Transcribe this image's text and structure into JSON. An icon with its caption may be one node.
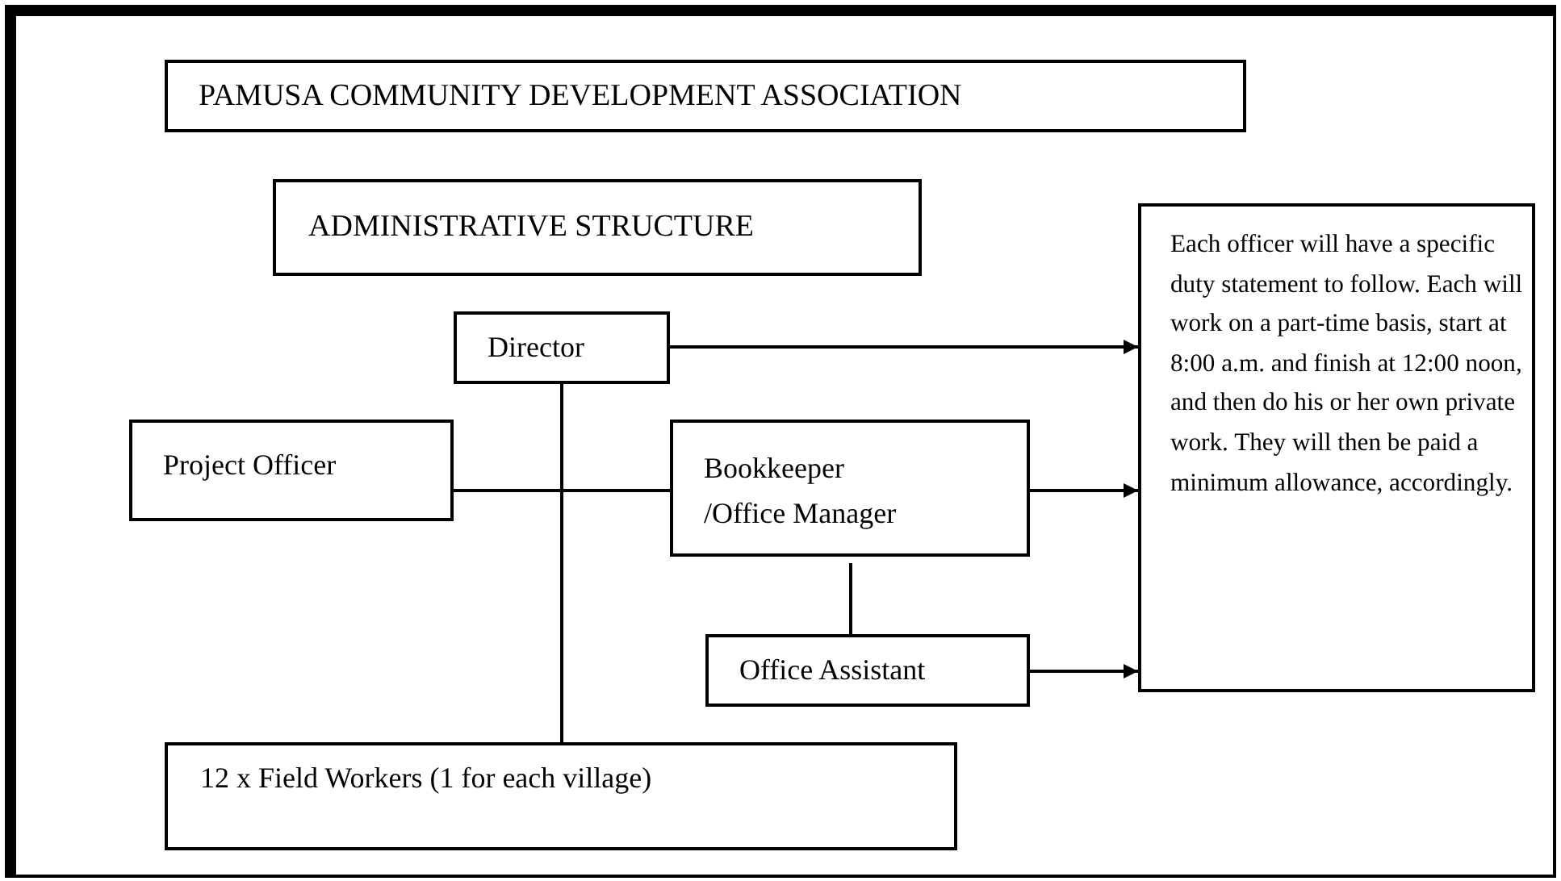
{
  "diagram": {
    "nodes": [
      {
        "text": [
          "PAMUSA COMMUNITY DEVELOPMENT ASSOCIATION"
        ]
      },
      {
        "text": [
          "ADMINISTRATIVE STRUCTURE"
        ]
      },
      {
        "text": [
          "Director"
        ]
      },
      {
        "text": [
          "Project Officer"
        ]
      },
      {
        "text": [
          "Bookkeeper /Office Manager"
        ]
      },
      {
        "text": [
          "Office Assistant"
        ]
      },
      {
        "text": [
          "12 x Field Workers (1 for each village)"
        ]
      },
      {
        "text": [
          "Each officer will have a specific duty statement to follow. Each will work on a part-time basis, start at 8:00 a.m. and finish at 12:00 noon, and then do his or her own private work. They will then be paid a minimum allowance, accordingly."
        ]
      }
    ],
    "edges": [
      {
        "from": 2,
        "to": 7,
        "arrow": "to"
      },
      {
        "from": 2,
        "to": 6,
        "arrow": "none"
      },
      {
        "from": 3,
        "to": 4,
        "arrow": "none"
      },
      {
        "from": 4,
        "to": 7,
        "arrow": "to"
      },
      {
        "from": 4,
        "to": 5,
        "arrow": "none"
      },
      {
        "from": 5,
        "to": 7,
        "arrow": "to"
      }
    ]
  }
}
